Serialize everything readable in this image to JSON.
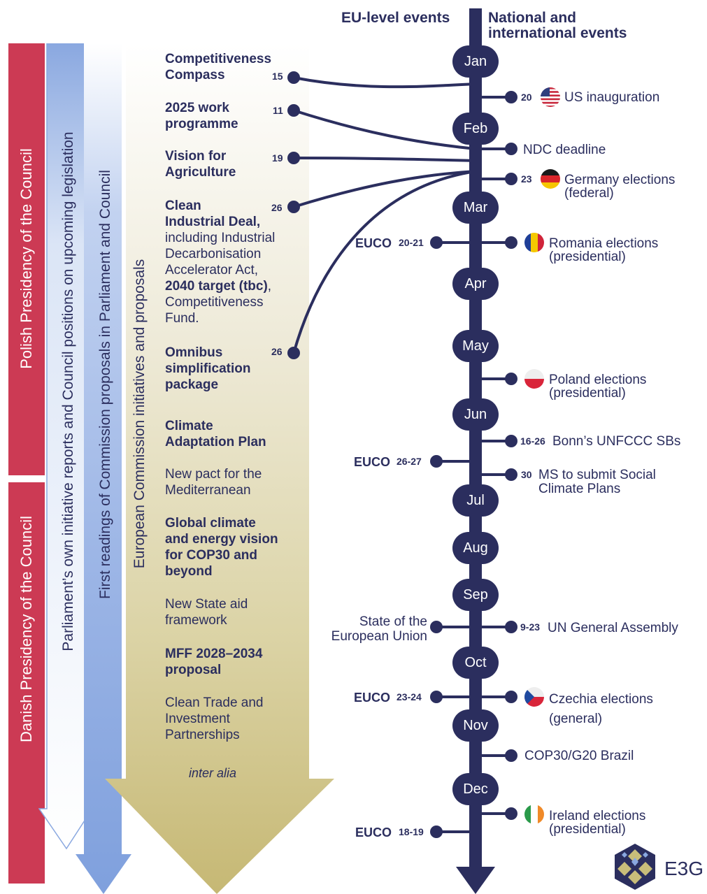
{
  "headers": {
    "eu_level": "EU-level events",
    "national_line1": "National and",
    "national_line2": "international events"
  },
  "colors": {
    "navy": "#2b2e5e",
    "crimson": "#cc3a54",
    "blue": "#8aa8e0",
    "gold": "#c9bd7a"
  },
  "bands": {
    "polish_presidency": "Polish Presidency of the Council",
    "danish_presidency": "Danish Presidency of the Council",
    "parliament_reports": "Parliament’s own initiative reports and Council positions on upcoming legislation",
    "first_readings": "First readings of Commission proposals in Parliament and Council",
    "commission_initiatives": "European Commission initiatives and proposals"
  },
  "initiatives": {
    "competitiveness_compass": {
      "line1": "Competitiveness",
      "line2": "Compass",
      "day": "15"
    },
    "work_programme": {
      "line1": "2025 work",
      "line2": "programme",
      "day": "11"
    },
    "vision_agriculture": {
      "line1": "Vision for",
      "line2": "Agriculture",
      "day": "19"
    },
    "clean_industrial_deal": {
      "line1": "Clean",
      "line2": "Industrial Deal,",
      "line3": "including Industrial",
      "line4": "Decarbonisation",
      "line5": "Accelerator Act,",
      "line6": "2040 target (tbc)",
      "line6b": ",",
      "line7": "Competitiveness",
      "line8": "Fund.",
      "day": "26"
    },
    "omnibus": {
      "line1": "Omnibus",
      "line2": "simplification",
      "line3": "package",
      "day": "26"
    },
    "climate_adaptation": {
      "line1": "Climate",
      "line2": "Adaptation Plan"
    },
    "mediterranean": {
      "line1": "New pact for the",
      "line2": "Mediterranean"
    },
    "global_climate": {
      "line1": "Global climate",
      "line2": "and energy vision",
      "line3": "for COP30 and",
      "line4": "beyond"
    },
    "state_aid": {
      "line1": "New State aid",
      "line2": "framework"
    },
    "mff": {
      "line1": "MFF 2028–2034",
      "line2": "proposal"
    },
    "clean_trade": {
      "line1": "Clean Trade and",
      "line2": "Investment",
      "line3": "Partnerships"
    },
    "inter_alia": "inter alia"
  },
  "months": [
    "Jan",
    "Feb",
    "Mar",
    "Apr",
    "May",
    "Jun",
    "Jul",
    "Aug",
    "Sep",
    "Oct",
    "Nov",
    "Dec"
  ],
  "eu_events": {
    "euco_mar": {
      "label": "EUCO",
      "days": "20-21"
    },
    "euco_jun": {
      "label": "EUCO",
      "days": "26-27"
    },
    "state_union": {
      "line1": "State of the",
      "line2": "European Union"
    },
    "euco_oct": {
      "label": "EUCO",
      "days": "23-24"
    },
    "euco_dec": {
      "label": "EUCO",
      "days": "18-19"
    }
  },
  "national_events": {
    "us": {
      "day": "20",
      "flag": "us-flag-icon",
      "label": "US inauguration"
    },
    "ndc": {
      "label": "NDC deadline"
    },
    "germany": {
      "day": "23",
      "flag": "germany-flag-icon",
      "line1": "Germany elections",
      "line2": "(federal)"
    },
    "romania": {
      "flag": "romania-flag-icon",
      "line1": "Romania elections",
      "line2": "(presidential)"
    },
    "poland": {
      "flag": "poland-flag-icon",
      "line1": "Poland elections",
      "line2": "(presidential)"
    },
    "bonn": {
      "day": "16-26",
      "label": "Bonn’s UNFCCC SBs"
    },
    "social_climate": {
      "day": "30",
      "line1": "MS to submit Social",
      "line2": "Climate Plans"
    },
    "unga": {
      "day": "9-23",
      "label": "UN General Assembly"
    },
    "czechia": {
      "flag": "czechia-flag-icon",
      "line1": "Czechia elections",
      "line2": "(general)"
    },
    "cop30": {
      "label": "COP30/G20 Brazil"
    },
    "ireland": {
      "flag": "ireland-flag-icon",
      "line1": "Ireland elections",
      "line2": "(presidential)"
    }
  },
  "logo": {
    "text": "E3G"
  }
}
